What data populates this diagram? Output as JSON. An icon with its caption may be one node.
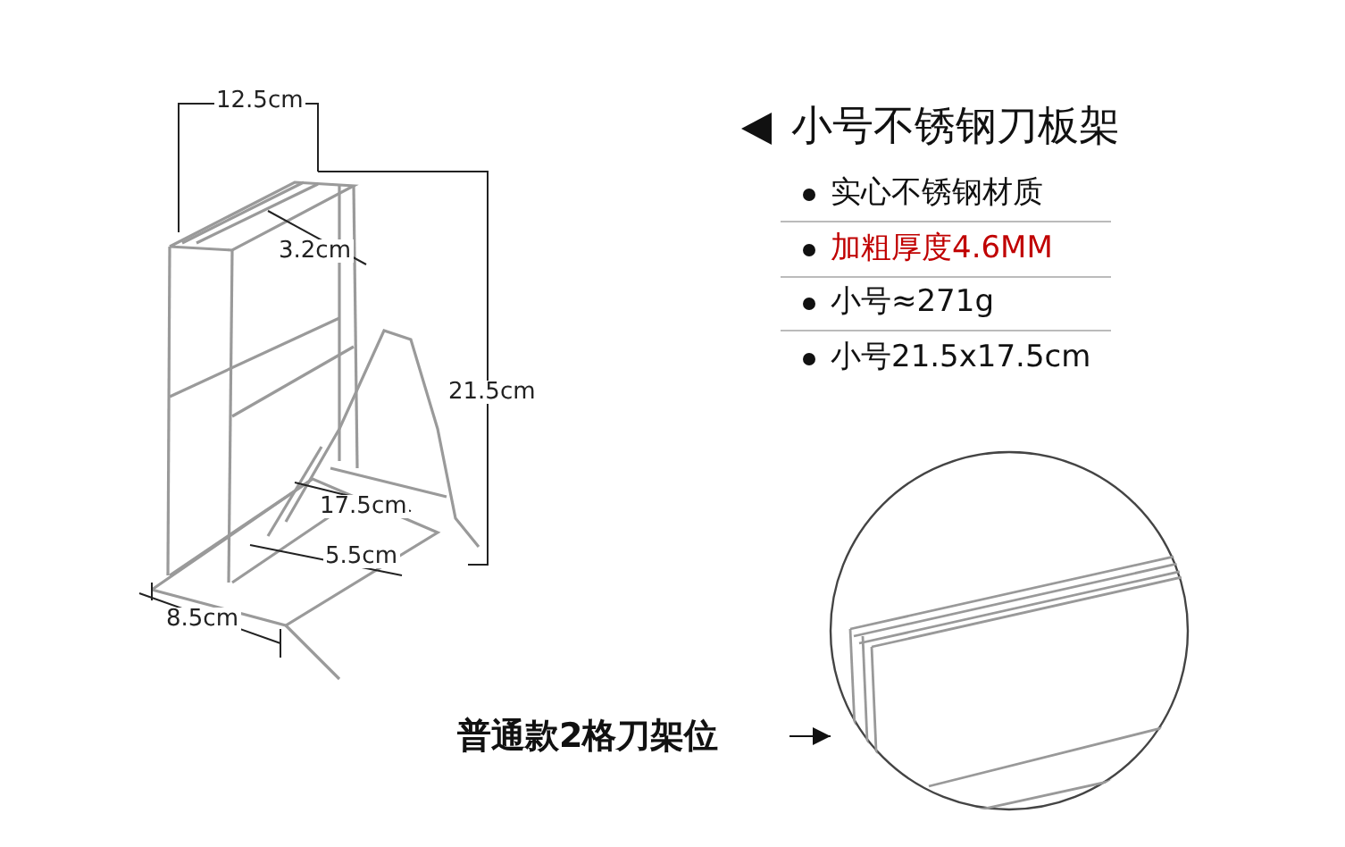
{
  "diagram": {
    "title": "小号不锈钢刀板架",
    "nodes": [
      {
        "text": [
          "普通款**2格**刀架位"
        ]
      },
      {
        "text": [],
        "shape": "picture"
      }
    ],
    "edges": [
      {
        "from": 0,
        "to": 1,
        "arrow": "to"
      }
    ],
    "labels": [
      "12.5cm",
      "3.2cm",
      "21.5cm",
      "17.5cm",
      "5.5cm",
      "8.5cm",
      "实心不锈钢材质",
      "加粗厚度4.6MM",
      "小号≈271g",
      "小号21.5x17.5cm"
    ]
  }
}
